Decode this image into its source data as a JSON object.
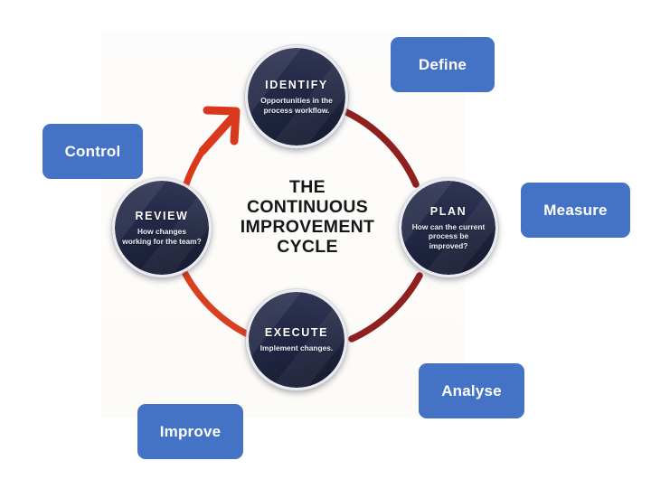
{
  "diagram": {
    "kind": "continuous-improvement-cycle",
    "center_title": {
      "lines": [
        "THE",
        "CONTINUOUS",
        "IMPROVEMENT",
        "CYCLE"
      ]
    },
    "stages": [
      {
        "id": "identify",
        "title": "IDENTIFY",
        "description": "Opportunities in the process workflow.",
        "position": "top"
      },
      {
        "id": "plan",
        "title": "PLAN",
        "description": "How can the current process be improved?",
        "position": "right"
      },
      {
        "id": "execute",
        "title": "EXECUTE",
        "description": "Implement changes.",
        "position": "bottom"
      },
      {
        "id": "review",
        "title": "REVIEW",
        "description": "How changes working for the team?",
        "position": "left"
      }
    ],
    "dmaic_labels": [
      {
        "id": "define",
        "label": "Define"
      },
      {
        "id": "measure",
        "label": "Measure"
      },
      {
        "id": "analyse",
        "label": "Analyse"
      },
      {
        "id": "improve",
        "label": "Improve"
      },
      {
        "id": "control",
        "label": "Control"
      }
    ],
    "arrows": [
      {
        "id": "arc-identify-to-plan",
        "from": "identify",
        "to": "plan",
        "color": "#8e2020"
      },
      {
        "id": "arc-plan-to-execute",
        "from": "plan",
        "to": "execute",
        "color": "#8e2020"
      },
      {
        "id": "arc-execute-to-review",
        "from": "execute",
        "to": "review",
        "color": "#d9401f"
      },
      {
        "id": "arc-review-to-identify",
        "from": "review",
        "to": "identify",
        "color": "#d9381c",
        "has_arrowhead": true
      }
    ],
    "colors": {
      "accent_blue": "#4472c4",
      "node_navy_light": "#2b3150",
      "node_navy_dark": "#171b30",
      "arc_dark_red": "#8e2020",
      "arc_bright_red": "#d9401f",
      "panel_cream": "#fdfbf8",
      "title_text": "#16161a"
    }
  }
}
